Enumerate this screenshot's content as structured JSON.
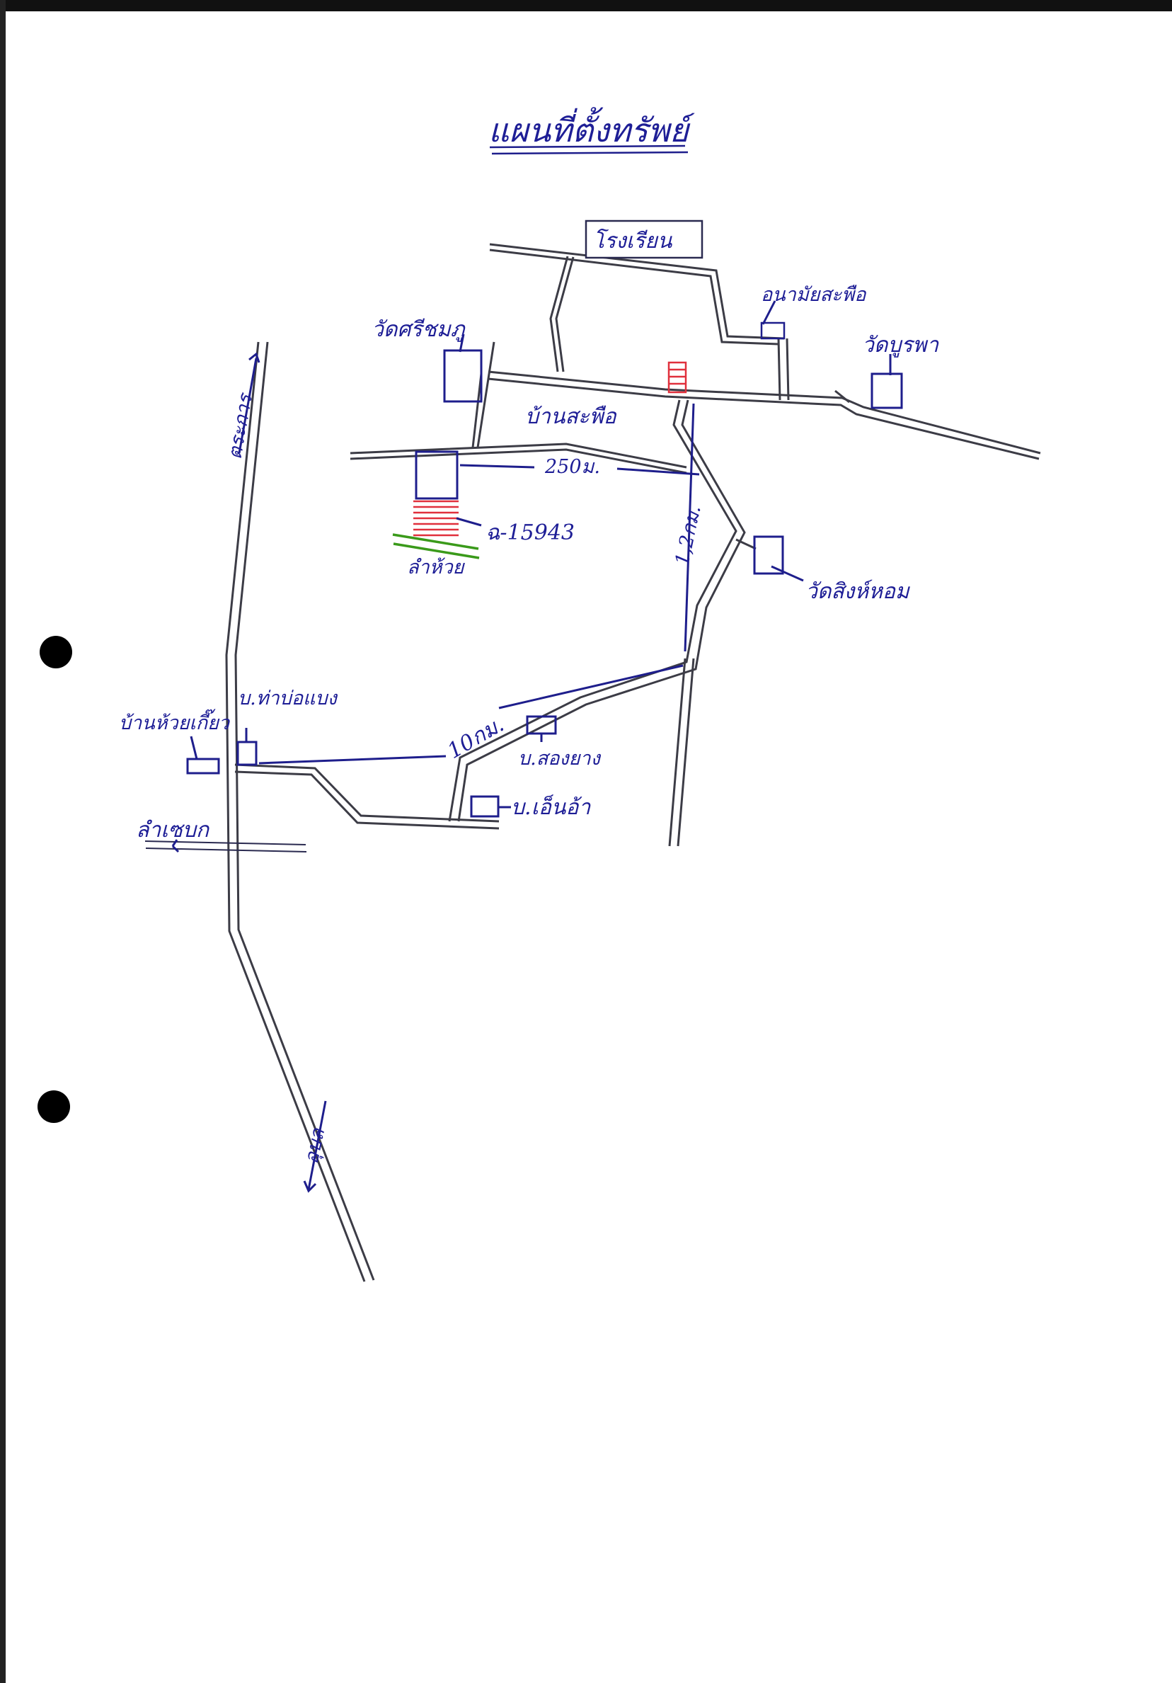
{
  "title": "แผนที่ตั้งทรัพย์",
  "labels": {
    "school": "โรงเรียน",
    "health_center": "อนามัยสะพือ",
    "wat_sri_chomphu": "วัดศรีชมภู",
    "wat_burapha": "วัดบูรพา",
    "ban_saphue": "บ้านสะพือ",
    "dist_250m": "250ม.",
    "dist_1_2km": "1,2กม.",
    "parcel": "ฉ-15943",
    "lam_huai": "ลำห้วย",
    "wat_sing_hom": "วัดสิงห์หอม",
    "to_trakan": "ตระการ",
    "to_ubon": "อุบล",
    "ban_tha_bong_baeng": "บ.ท่าบ่อแบง",
    "ban_huai_kiao": "บ้านห้วยเกี๊ยว",
    "dist_10km": "10กม.",
    "ban_song_yang": "บ.สองยาง",
    "ban_en_a": "บ.เอ็นอ้า",
    "lam_se_bok": "ลำเซบก"
  },
  "colors": {
    "ink_blue": "#1e1e96",
    "road_pencil": "#3c3c46",
    "parcel_red": "#e0303c",
    "stream_green": "#3a9a1a"
  }
}
